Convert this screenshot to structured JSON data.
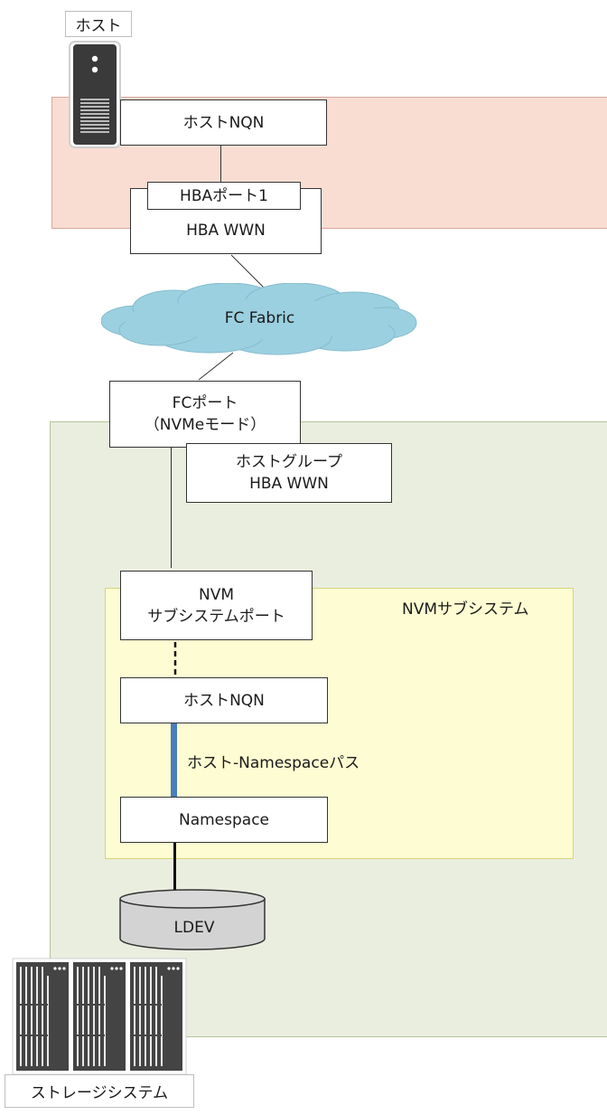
{
  "host": {
    "label": "ホスト",
    "host_nqn": "ホストNQN",
    "hba_port": "HBAポート1",
    "hba_wwn": "HBA WWN"
  },
  "fabric": {
    "label": "FC Fabric"
  },
  "fc_port": {
    "line1": "FCポート",
    "line2": "（NVMeモード）"
  },
  "host_group": {
    "line1": "ホストグループ",
    "line2": "HBA WWN"
  },
  "nvm_subsystem": {
    "label": "NVMサブシステム",
    "port_line1": "NVM",
    "port_line2": "サブシステムポート",
    "host_nqn": "ホストNQN",
    "path_label": "ホスト-Namespaceパス",
    "namespace": "Namespace"
  },
  "ldev": {
    "label": "LDEV"
  },
  "storage": {
    "label": "ストレージシステム"
  },
  "colors": {
    "host_zone": "#f9ddd2",
    "storage_zone": "#eaeedf",
    "nvm_zone": "#fdfcd2",
    "cloud": "#9bd0e0",
    "path": "#4a7ebb",
    "disk": "#d3d3d3"
  }
}
